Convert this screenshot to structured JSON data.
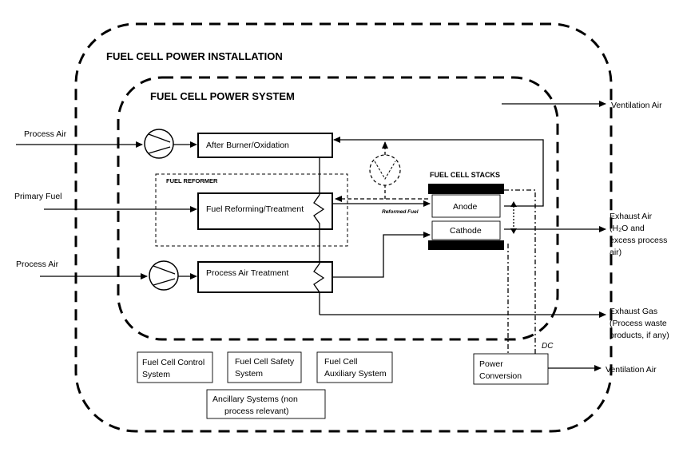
{
  "installation": {
    "title": "FUEL CELL POWER INSTALLATION"
  },
  "system": {
    "title": "FUEL CELL POWER SYSTEM"
  },
  "reformer": {
    "title": "FUEL REFORMER"
  },
  "stacks": {
    "title": "FUEL CELL STACKS",
    "anode": "Anode",
    "cathode": "Cathode"
  },
  "blocks": {
    "after_burner": "After Burner/Oxidation",
    "fuel_reforming": "Fuel Reforming/Treatment",
    "process_air_treatment": "Process Air Treatment"
  },
  "flows": {
    "process_air_top": "Process Air",
    "primary_fuel": "Primary Fuel",
    "process_air_bottom": "Process Air",
    "reformed_fuel": "Reformed Fuel",
    "ventilation_air_top": "Ventilation Air",
    "exhaust_air": [
      "Exhaust Air",
      "(H₂O and",
      "excess process",
      "air)"
    ],
    "exhaust_gas": [
      "Exhaust Gas",
      "(Process waste",
      "products, if any)"
    ],
    "ventilation_air_bottom": "Ventilation Air",
    "dc": "DC"
  },
  "support_systems": {
    "control": [
      "Fuel Cell Control",
      "System"
    ],
    "safety": [
      "Fuel Cell Safety",
      "System"
    ],
    "auxiliary": [
      "Fuel Cell",
      "Auxiliary System"
    ],
    "ancillary": [
      "Ancillary Systems (non",
      "process relevant)"
    ],
    "power_conversion": [
      "Power",
      "Conversion"
    ]
  }
}
